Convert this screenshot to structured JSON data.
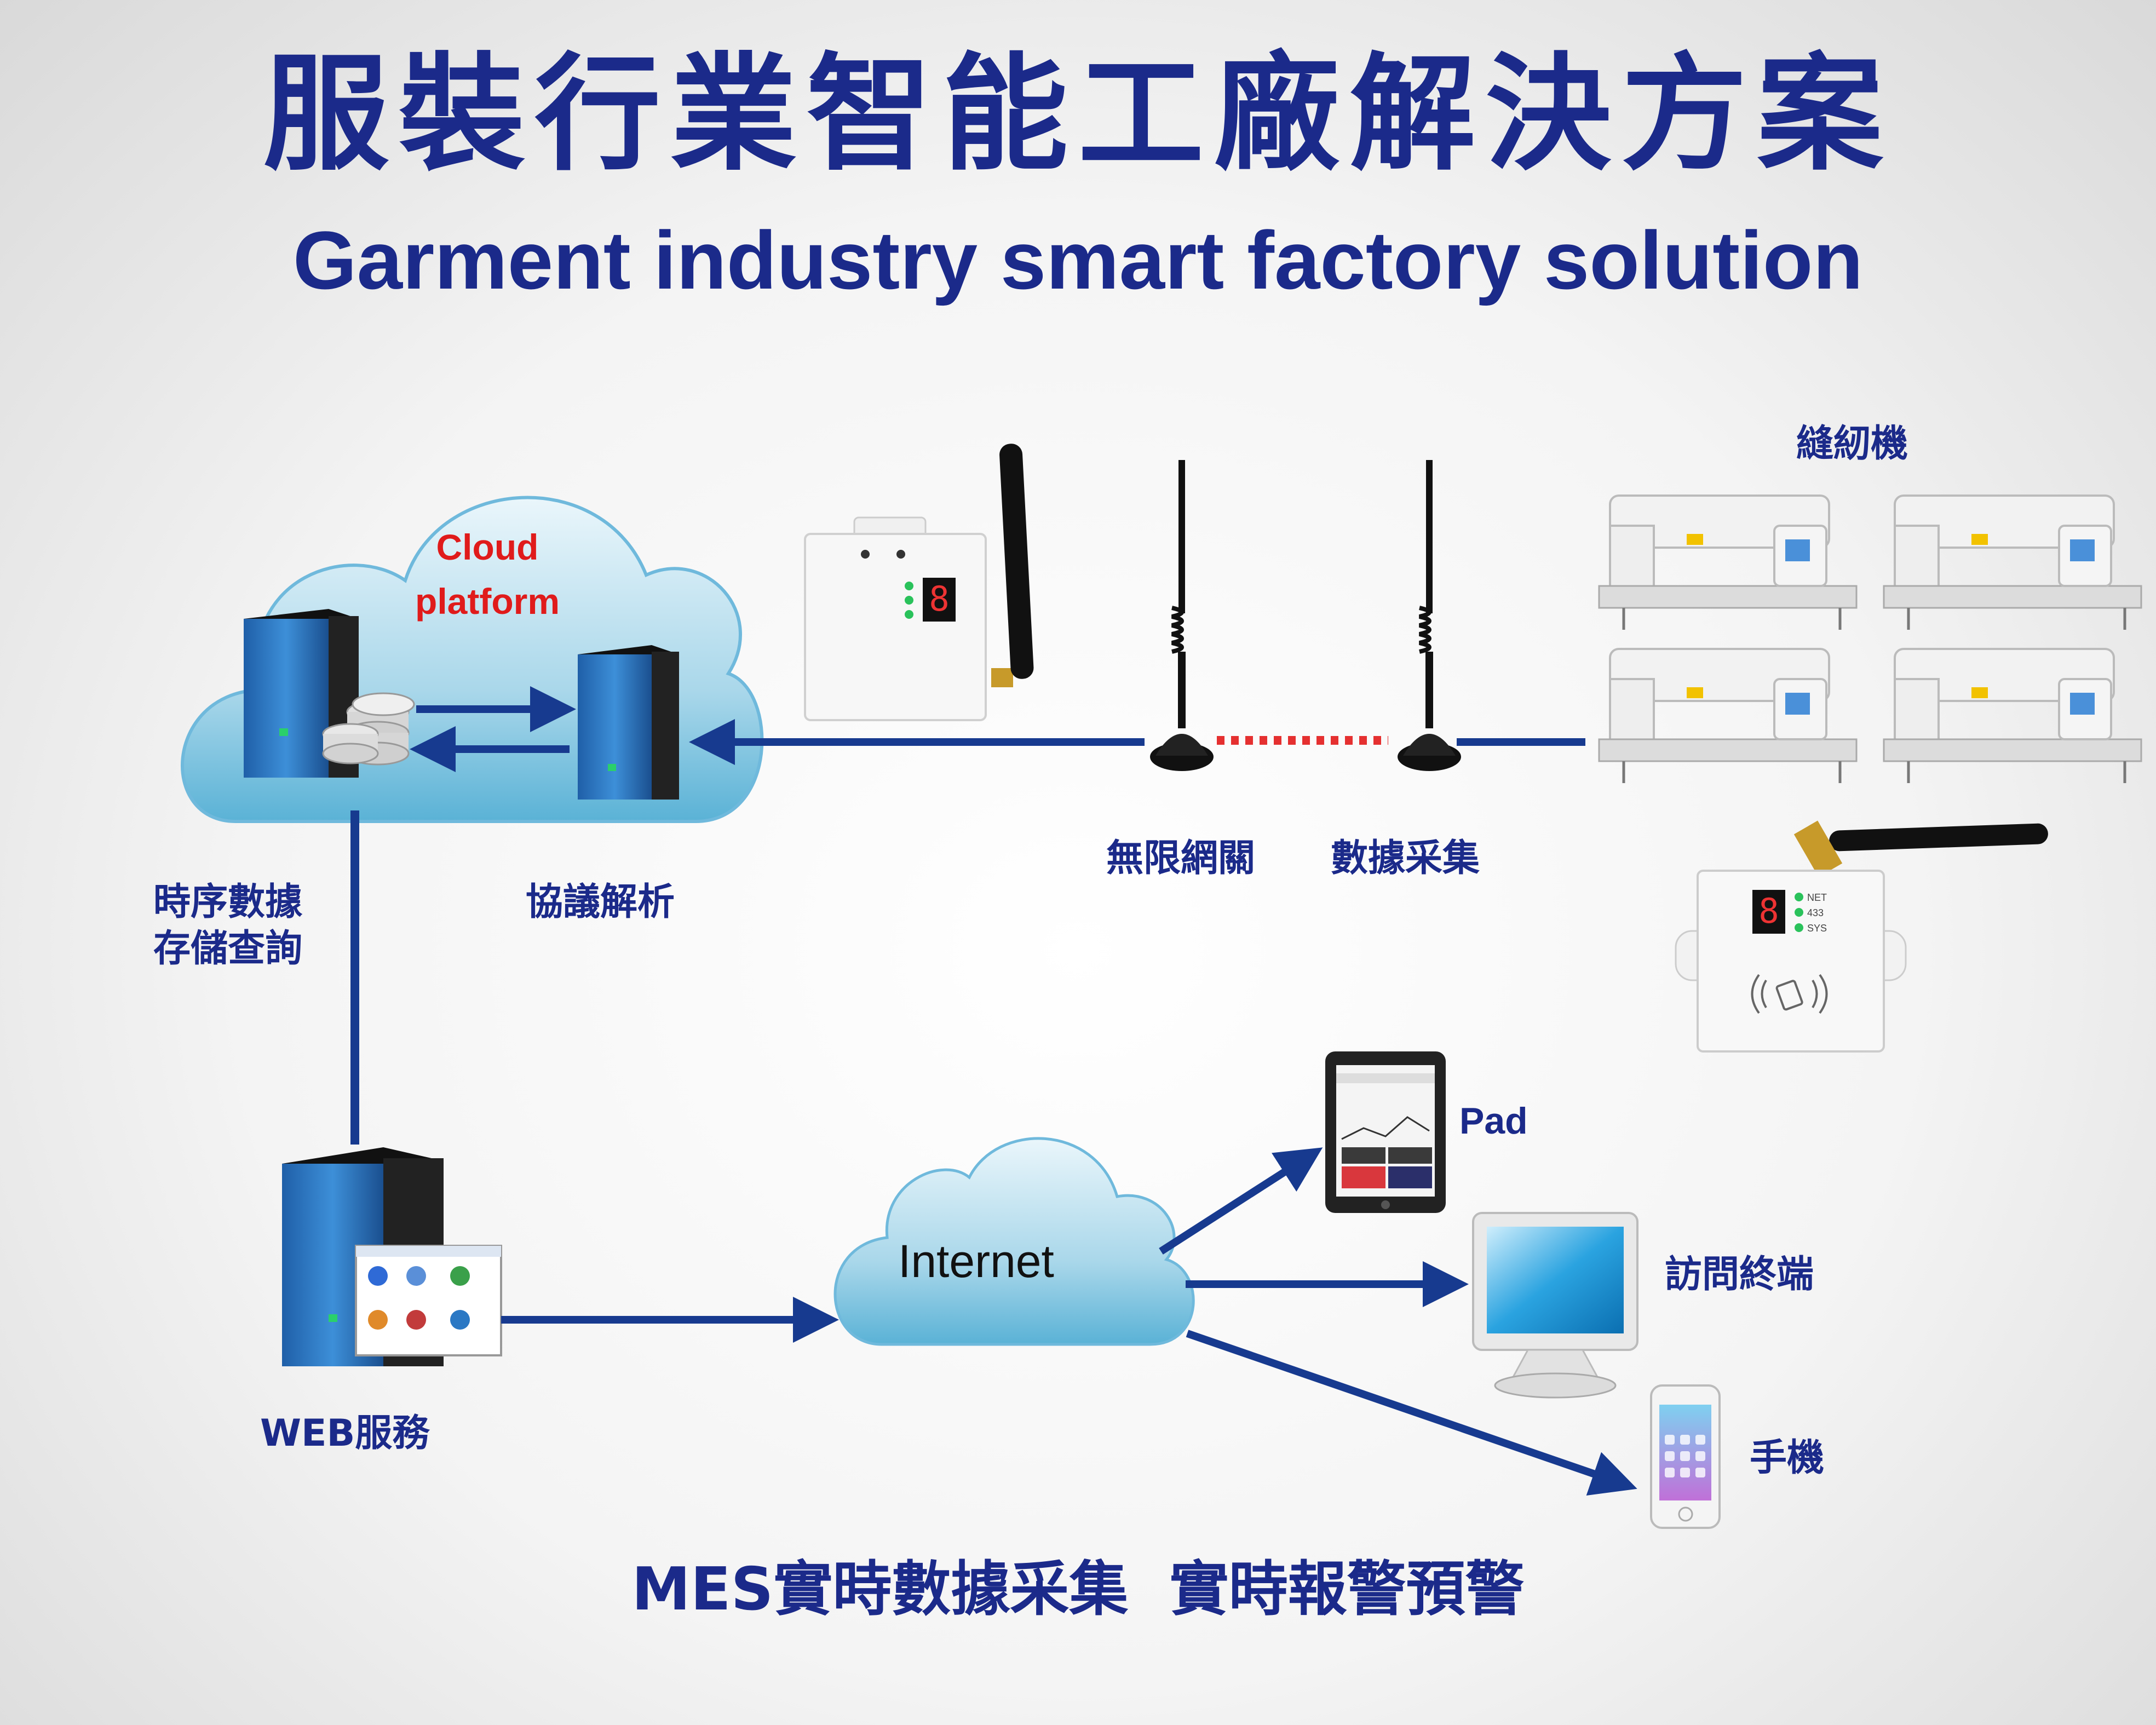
{
  "title": {
    "zh": "服裝行業智能工廠解決方案",
    "en": "Garment industry smart factory solution"
  },
  "cloud_platform": {
    "line1": "Cloud",
    "line2": "platform"
  },
  "labels": {
    "timeseries_line1": "時序數據",
    "timeseries_line2": "存儲查詢",
    "protocol": "協議解析",
    "gateway": "無限網關",
    "collector": "數據采集",
    "sewing": "縫紉機",
    "web": "WEB服務",
    "pad": "Pad",
    "terminal": "訪問終端",
    "phone": "手機"
  },
  "internet": "Internet",
  "footer": "MES實時數據采集  實時報警預警",
  "device_leds": [
    "NET",
    "433",
    "SYS"
  ],
  "colors": {
    "title": "#1b2a8a",
    "arrow": "#173a8f",
    "cloud_label": "#e01b1b",
    "dashed_link": "#e53030"
  }
}
